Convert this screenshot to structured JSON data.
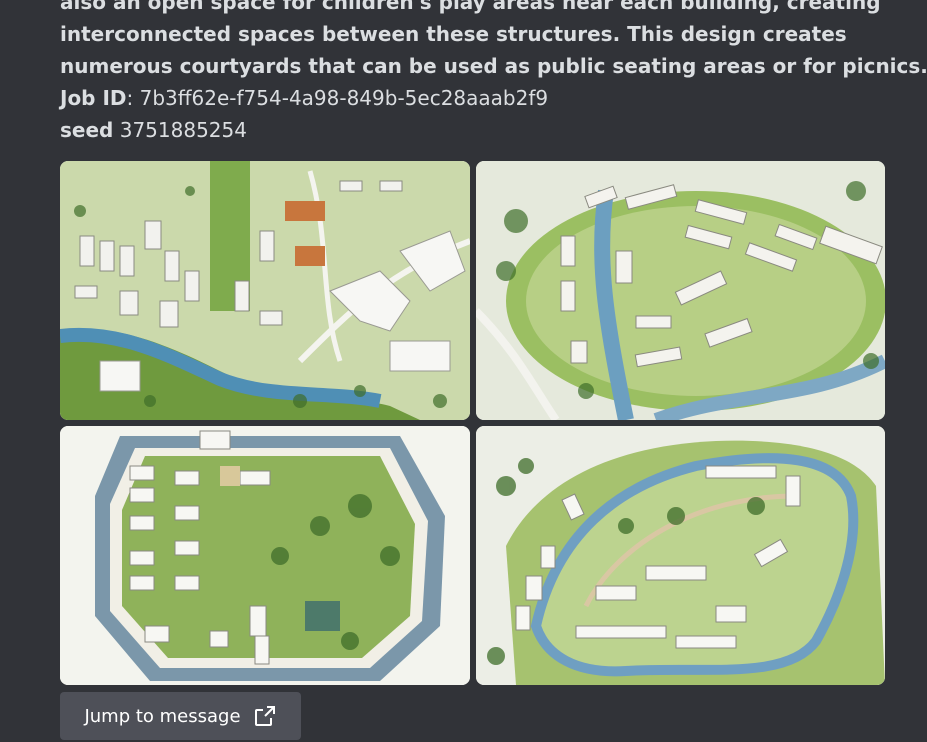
{
  "message": {
    "prompt_lines": [
      "also an open space for children's play areas near each building, creating",
      "interconnected spaces between these structures. This design creates",
      "numerous courtyards that can be used as public seating areas or for picnics."
    ],
    "job_id_label": "Job ID",
    "job_id_value": ": 7b3ff62e-f754-4a98-849b-5ec28aaab2f9",
    "seed_label": "seed",
    "seed_value": " 3751885254"
  },
  "images": [
    {
      "icon": "site-plan-image-1"
    },
    {
      "icon": "site-plan-image-2"
    },
    {
      "icon": "site-plan-image-3"
    },
    {
      "icon": "site-plan-image-4"
    }
  ],
  "jump_button": {
    "label": "Jump to message",
    "icon": "external-link-icon"
  },
  "colors": {
    "background": "#313338",
    "text": "#dbdee1",
    "button": "#4e5058",
    "water": "#4f8fb5",
    "greenery": "#6f9a3e"
  }
}
